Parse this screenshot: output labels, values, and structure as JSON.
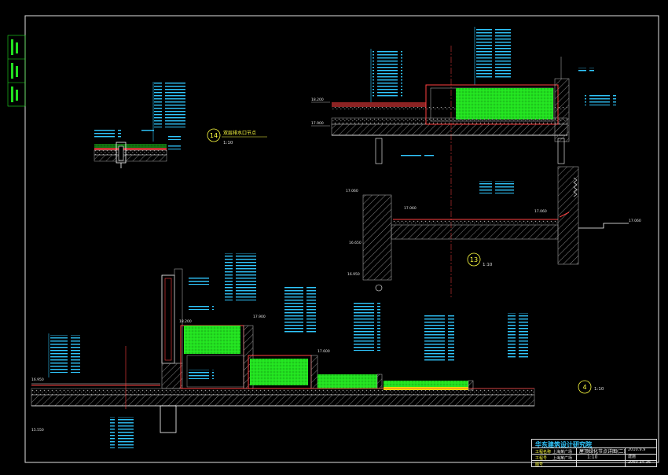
{
  "drawing": {
    "colors": {
      "background": "#000000",
      "frame": "#e0e0e0",
      "annotation": "#30c8ff",
      "planting": "#22e020",
      "sand": "#f0e000",
      "structure": "#ff4040",
      "hatch": "#a0a0a0",
      "dimension": "#ffff40"
    },
    "detail_14": {
      "number": "14",
      "label": "双层排水口节点",
      "scale": "1:10"
    },
    "detail_13": {
      "number": "13",
      "scale": "1:10"
    },
    "detail_4": {
      "number": "4",
      "scale": "1:10"
    },
    "elevations": [
      "18.200",
      "17.900",
      "17.060",
      "16.650",
      "16.950"
    ],
    "titleblock": {
      "organization": "华东建筑设计研究院",
      "sheet_title": "屋顶绿化节点详图(二)",
      "scale": "1:10",
      "row_labels": [
        "工程名称",
        "工程号",
        "图号"
      ],
      "row_values": [
        "上海某广场",
        "上海某广场",
        ""
      ],
      "numbers": [
        "2010.9.9",
        "建施",
        "2060-34-36"
      ]
    }
  }
}
